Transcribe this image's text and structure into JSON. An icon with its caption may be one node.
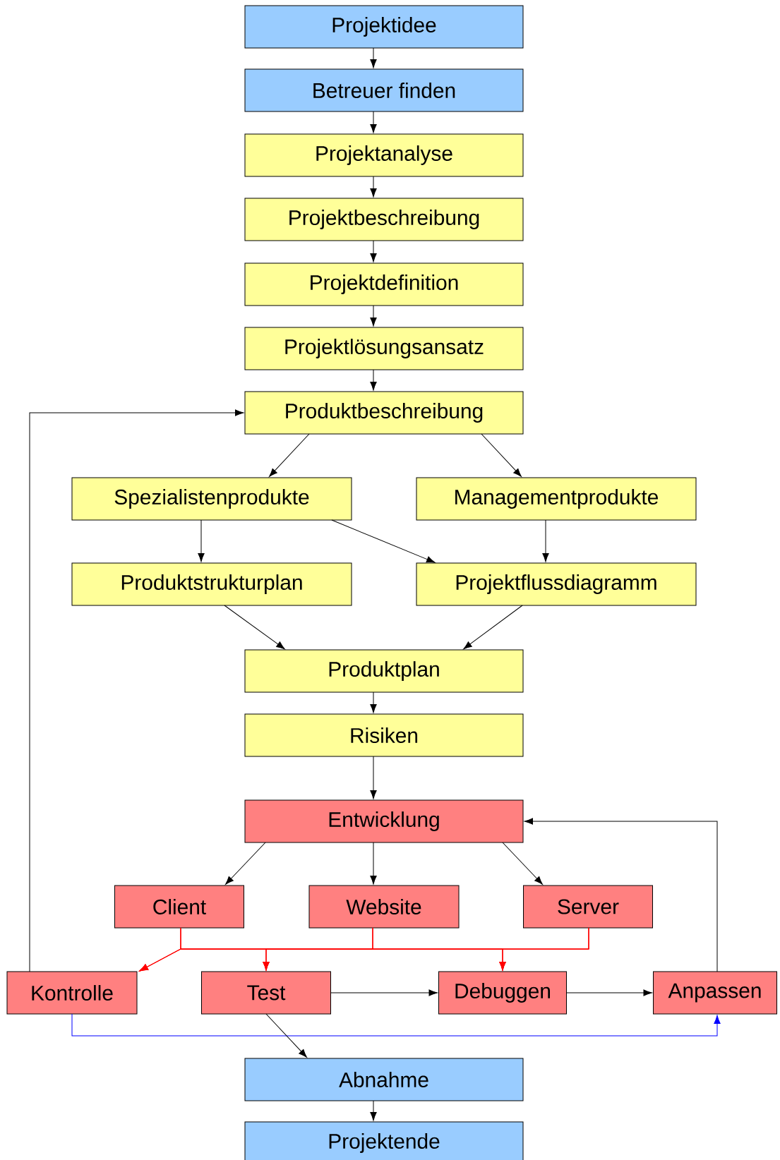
{
  "diagram": {
    "nodes": [
      {
        "text": [
          "Projektidee"
        ]
      },
      {
        "text": [
          "Betreuer finden"
        ]
      },
      {
        "text": [
          "Projektanalyse"
        ]
      },
      {
        "text": [
          "Projektbeschreibung"
        ]
      },
      {
        "text": [
          "Projektdefinition"
        ]
      },
      {
        "text": [
          "Projektlösungsansatz"
        ]
      },
      {
        "text": [
          "Produktbeschreibung"
        ]
      },
      {
        "text": [
          "Spezialistenprodukte"
        ]
      },
      {
        "text": [
          "Managementprodukte"
        ]
      },
      {
        "text": [
          "Produktstrukturplan"
        ]
      },
      {
        "text": [
          "Projektflussdiagramm"
        ]
      },
      {
        "text": [
          "Produktplan"
        ]
      },
      {
        "text": [
          "Risiken"
        ]
      },
      {
        "text": [
          "Entwicklung"
        ]
      },
      {
        "text": [
          "Client"
        ]
      },
      {
        "text": [
          "Website"
        ]
      },
      {
        "text": [
          "Server"
        ]
      },
      {
        "text": [
          "Kontrolle"
        ]
      },
      {
        "text": [
          "Test"
        ]
      },
      {
        "text": [
          "Debuggen"
        ]
      },
      {
        "text": [
          "Anpassen"
        ]
      },
      {
        "text": [
          "Abnahme"
        ]
      },
      {
        "text": [
          "Projektende"
        ]
      }
    ],
    "edges": [
      {
        "from": 0,
        "to": 1,
        "arrow": "to"
      },
      {
        "from": 1,
        "to": 2,
        "arrow": "to"
      },
      {
        "from": 2,
        "to": 3,
        "arrow": "to"
      },
      {
        "from": 3,
        "to": 4,
        "arrow": "to"
      },
      {
        "from": 4,
        "to": 5,
        "arrow": "to"
      },
      {
        "from": 5,
        "to": 6,
        "arrow": "to"
      },
      {
        "from": 6,
        "to": 7,
        "arrow": "to"
      },
      {
        "from": 6,
        "to": 8,
        "arrow": "to"
      },
      {
        "from": 7,
        "to": 9,
        "arrow": "to"
      },
      {
        "from": 7,
        "to": 10,
        "arrow": "to"
      },
      {
        "from": 8,
        "to": 10,
        "arrow": "to"
      },
      {
        "from": 9,
        "to": 11,
        "arrow": "to"
      },
      {
        "from": 10,
        "to": 11,
        "arrow": "to"
      },
      {
        "from": 11,
        "to": 12,
        "arrow": "to"
      },
      {
        "from": 12,
        "to": 13,
        "arrow": "to"
      },
      {
        "from": 13,
        "to": 14,
        "arrow": "to"
      },
      {
        "from": 13,
        "to": 15,
        "arrow": "to"
      },
      {
        "from": 13,
        "to": 16,
        "arrow": "to"
      },
      {
        "from": 14,
        "to": 17,
        "arrow": "to",
        "color": "#ff0000"
      },
      {
        "from": 14,
        "to": 18,
        "arrow": "to",
        "color": "#ff0000"
      },
      {
        "from": 14,
        "to": 19,
        "arrow": "to",
        "color": "#ff0000"
      },
      {
        "from": 15,
        "to": 17,
        "arrow": "to",
        "color": "#ff0000"
      },
      {
        "from": 15,
        "to": 18,
        "arrow": "to",
        "color": "#ff0000"
      },
      {
        "from": 15,
        "to": 19,
        "arrow": "to",
        "color": "#ff0000"
      },
      {
        "from": 16,
        "to": 17,
        "arrow": "to",
        "color": "#ff0000"
      },
      {
        "from": 16,
        "to": 18,
        "arrow": "to",
        "color": "#ff0000"
      },
      {
        "from": 16,
        "to": 19,
        "arrow": "to",
        "color": "#ff0000"
      },
      {
        "from": 18,
        "to": 19,
        "arrow": "to"
      },
      {
        "from": 19,
        "to": 20,
        "arrow": "to"
      },
      {
        "from": 17,
        "to": 20,
        "arrow": "to",
        "color": "#0000ff"
      },
      {
        "from": 20,
        "to": 13,
        "arrow": "to"
      },
      {
        "from": 17,
        "to": 6,
        "arrow": "to"
      },
      {
        "from": 18,
        "to": 21,
        "arrow": "to"
      },
      {
        "from": 21,
        "to": 22,
        "arrow": "to"
      }
    ]
  }
}
